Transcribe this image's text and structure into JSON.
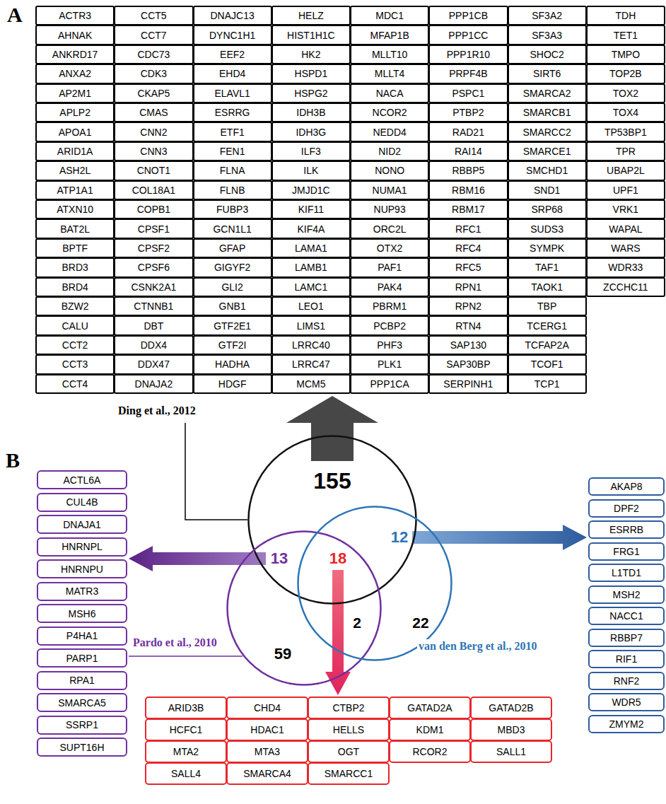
{
  "diagram": {
    "nodes": [
      {
        "text": [
          "Ding et al., 2012"
        ]
      },
      {
        "text": [
          "Pardo et al., 2010"
        ]
      },
      {
        "text": [
          "van den Berg et al., 2010"
        ]
      }
    ],
    "labels": [
      "A",
      "ACTR3",
      "AHNAK",
      "ANKRD17",
      "ANXA2",
      "AP2M1",
      "APLP2",
      "APOA1",
      "ARID1A",
      "ASH2L",
      "ATP1A1",
      "ATXN10",
      "BAT2L",
      "BPTF",
      "BRD3",
      "BRD4",
      "BZW2",
      "CALU",
      "CCT2",
      "CCT3",
      "CCT4",
      "CCT5",
      "CCT7",
      "CDC73",
      "CDK3",
      "CKAP5",
      "CMAS",
      "CNN2",
      "CNN3",
      "CNOT1",
      "COL18A1",
      "COPB1",
      "CPSF1",
      "CPSF2",
      "CPSF6",
      "CSNK2A1",
      "CTNNB1",
      "DBT",
      "DDX4",
      "DDX47",
      "DNAJA2",
      "DNAJC13",
      "DYNC1H1",
      "EEF2",
      "EHD4",
      "ELAVL1",
      "ESRRG",
      "ETF1",
      "FEN1",
      "FLNA",
      "FLNB",
      "FUBP3",
      "GCN1L1",
      "GFAP",
      "GIGYF2",
      "GLI2",
      "GNB1",
      "GTF2E1",
      "GTF2I",
      "HADHA",
      "HDGF",
      "HELZ",
      "HIST1H1C",
      "HK2",
      "HSPD1",
      "HSPG2",
      "IDH3B",
      "IDH3G",
      "ILF3",
      "ILK",
      "JMJD1C",
      "KIF11",
      "KIF4A",
      "LAMA1",
      "LAMB1",
      "LAMC1",
      "LEO1",
      "LIMS1",
      "LRRC40",
      "LRRC47",
      "MCM5",
      "MDC1",
      "MFAP1B",
      "MLLT10",
      "MLLT4",
      "NACA",
      "NCOR2",
      "NEDD4",
      "NID2",
      "NONO",
      "NUMA1",
      "NUP93",
      "ORC2L",
      "OTX2",
      "PAF1",
      "PAK4",
      "PBRM1",
      "PCBP2",
      "PHF3",
      "PLK1",
      "PPP1CA",
      "PPP1CB",
      "PPP1CC",
      "PPP1R10",
      "PRPF4B",
      "PSPC1",
      "PTBP2",
      "RAD21",
      "RAI14",
      "RBBP5",
      "RBM16",
      "RBM17",
      "RFC1",
      "RFC4",
      "RFC5",
      "RPN1",
      "RPN2",
      "RTN4",
      "SAP130",
      "SAP30BP",
      "SERPINH1",
      "SF3A2",
      "SF3A3",
      "SHOC2",
      "SIRT6",
      "SMARCA2",
      "SMARCB1",
      "SMARCC2",
      "SMARCE1",
      "SMCHD1",
      "SND1",
      "SRP68",
      "SUDS3",
      "SYMPK",
      "TAF1",
      "TAOK1",
      "TBP",
      "TCERG1",
      "TCFAP2A",
      "TCOF1",
      "TCP1",
      "TDH",
      "TET1",
      "TMPO",
      "TOP2B",
      "TOX2",
      "TOX4",
      "TP53BP1",
      "TPR",
      "UBAP2L",
      "UPF1",
      "VRK1",
      "WAPAL",
      "WARS",
      "WDR33",
      "ZCCHC11",
      "B",
      "155",
      "13",
      "12",
      "18",
      "2",
      "22",
      "59",
      "ACTL6A",
      "CUL4B",
      "DNAJA1",
      "HNRNPL",
      "HNRNPU",
      "MATR3",
      "MSH6",
      "P4HA1",
      "PARP1",
      "RPA1",
      "SMARCA5",
      "SSRP1",
      "SUPT16H",
      "AKAP8",
      "DPF2",
      "ESRRB",
      "FRG1",
      "L1TD1",
      "MSH2",
      "NACC1",
      "RBBP7",
      "RIF1",
      "RNF2",
      "WDR5",
      "ZMYM2",
      "ARID3B",
      "CHD4",
      "CTBP2",
      "GATAD2A",
      "GATAD2B",
      "HCFC1",
      "HDAC1",
      "HELLS",
      "KDM1",
      "MBD3",
      "MTA2",
      "MTA3",
      "OGT",
      "RCOR2",
      "SALL1",
      "SALL4",
      "SMARCA4",
      "SMARCC1"
    ]
  }
}
